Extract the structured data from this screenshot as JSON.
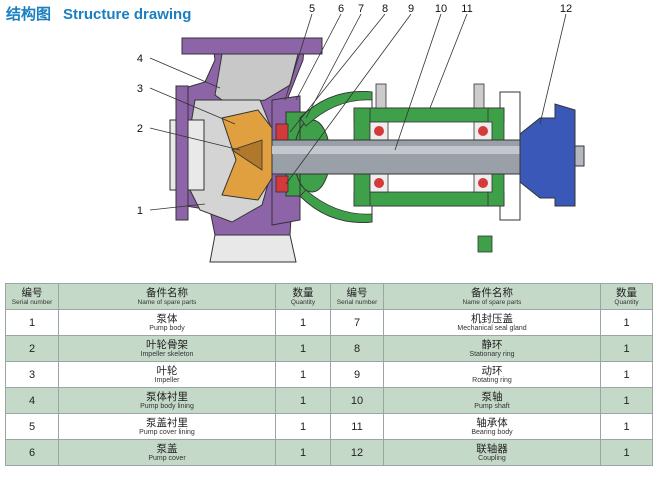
{
  "title": {
    "zh": "结构图",
    "en": "Structure drawing"
  },
  "callouts": [
    "1",
    "2",
    "3",
    "4",
    "5",
    "6",
    "7",
    "8",
    "9",
    "10",
    "11",
    "12"
  ],
  "table": {
    "headers": [
      {
        "zh": "编号",
        "en": "Serial number"
      },
      {
        "zh": "备件名称",
        "en": "Name of spare parts"
      },
      {
        "zh": "数量",
        "en": "Quantity"
      },
      {
        "zh": "编号",
        "en": "Serial number"
      },
      {
        "zh": "备件名称",
        "en": "Name of spare parts"
      },
      {
        "zh": "数量",
        "en": "Quantity"
      }
    ],
    "rows": [
      {
        "l_no": "1",
        "l_zh": "泵体",
        "l_en": "Pump body",
        "l_qty": "1",
        "r_no": "7",
        "r_zh": "机封压盖",
        "r_en": "Mechanical seal gland",
        "r_qty": "1"
      },
      {
        "l_no": "2",
        "l_zh": "叶轮骨架",
        "l_en": "Impeller skeleton",
        "l_qty": "1",
        "r_no": "8",
        "r_zh": "静环",
        "r_en": "Stationary ring",
        "r_qty": "1"
      },
      {
        "l_no": "3",
        "l_zh": "叶轮",
        "l_en": "Impeller",
        "l_qty": "1",
        "r_no": "9",
        "r_zh": "动环",
        "r_en": "Rotating ring",
        "r_qty": "1"
      },
      {
        "l_no": "4",
        "l_zh": "泵体衬里",
        "l_en": "Pump body lining",
        "l_qty": "1",
        "r_no": "10",
        "r_zh": "泵轴",
        "r_en": "Pump shaft",
        "r_qty": "1"
      },
      {
        "l_no": "5",
        "l_zh": "泵盖衬里",
        "l_en": "Pump cover lining",
        "l_qty": "1",
        "r_no": "11",
        "r_zh": "轴承体",
        "r_en": "Bearing body",
        "r_qty": "1"
      },
      {
        "l_no": "6",
        "l_zh": "泵盖",
        "l_en": "Pump cover",
        "l_qty": "1",
        "r_no": "12",
        "r_zh": "联轴器",
        "r_en": "Coupling",
        "r_qty": "1"
      }
    ]
  },
  "colors": {
    "casing": "#8e64a8",
    "lining": "#bfbfbf",
    "impeller": "#e0a040",
    "bearing_body": "#3fa04a",
    "coupling": "#3a58b8",
    "shaft": "#9aa0a8",
    "table_shade": "#c5d9c9",
    "title": "#1a7fc1"
  }
}
